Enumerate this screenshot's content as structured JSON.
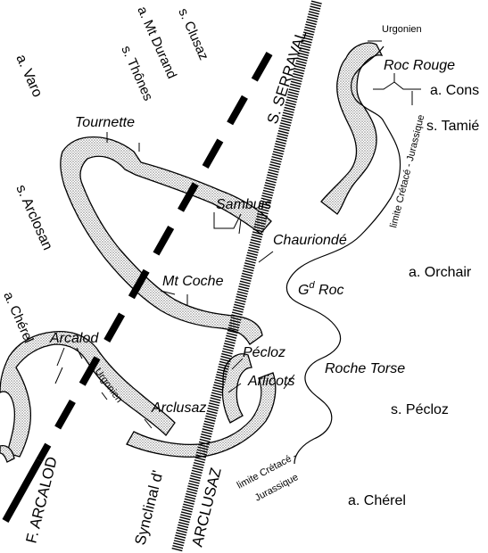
{
  "labels": {
    "urgonien_top": "Urgonien",
    "roc_rouge": "Roc Rouge",
    "a_cons": "a. Cons",
    "s_tamie": "s. Tamié",
    "s_clusaz": "s. Clusaz",
    "a_mt_durand": "a. Mt Durand",
    "s_thones": "s. Thônes",
    "a_varo": "a. Varo",
    "tournette": "Tournette",
    "s_serraval": "S. SERRAVAL",
    "s_arclosan": "s. Arclosan",
    "sambuis": "Sambuis",
    "chauriondé": "Chauriondé",
    "limite_upper": "limite Crétacé - Jurassique",
    "a_orchair": "a. Orchair",
    "gd_roc_main": "G",
    "gd_roc_sup": "d",
    "gd_roc_rest": " Roc",
    "mt_coche": "Mt Coche",
    "a_cherel_left": "a. Chérel",
    "arcalod": "Arcalod",
    "pecloz_peak": "Pécloz",
    "roche_torse": "Roche Torse",
    "arlicots": "Arlicots",
    "urgonien_lower": "Urgonien",
    "arclusaz": "Arclusaz",
    "s_pecloz": "s. Pécloz",
    "limite_lower_1": "limite Crétacé -",
    "limite_lower_2": "Jurassique",
    "a_cherel_right": "a. Chérel",
    "f_arcalod": "F. ARCALOD",
    "synclinal": "Synclinal d'",
    "arclusaz_syncline": "ARCLUSAZ"
  },
  "colors": {
    "ink": "#000000",
    "stipple": "#9a9a9a",
    "background": "#ffffff"
  }
}
